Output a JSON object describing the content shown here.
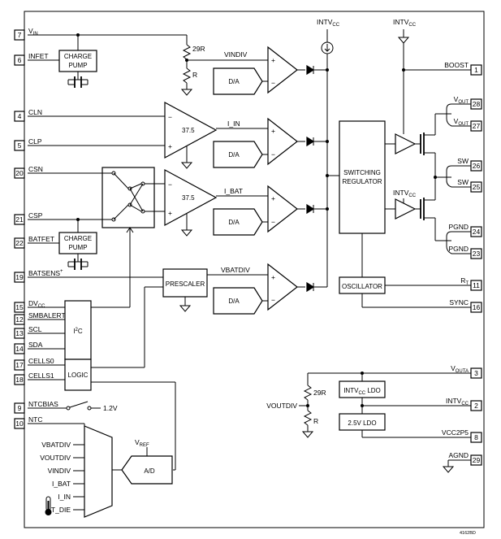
{
  "left_pins": [
    {
      "num": "7",
      "label": "V",
      "sub": "IN"
    },
    {
      "num": "6",
      "label": "INFET"
    },
    {
      "num": "4",
      "label": "CLN"
    },
    {
      "num": "5",
      "label": "CLP"
    },
    {
      "num": "20",
      "label": "CSN"
    },
    {
      "num": "21",
      "label": "CSP"
    },
    {
      "num": "22",
      "label": "BATFET"
    },
    {
      "num": "19",
      "label": "BATSENS",
      "sup": "+"
    },
    {
      "num": "15",
      "label": "DV",
      "sub": "CC"
    },
    {
      "num": "12",
      "label": "SMBALERT"
    },
    {
      "num": "13",
      "label": "SCL"
    },
    {
      "num": "14",
      "label": "SDA"
    },
    {
      "num": "17",
      "label": "CELLS0"
    },
    {
      "num": "18",
      "label": "CELLS1"
    },
    {
      "num": "9",
      "label": "NTCBIAS"
    },
    {
      "num": "10",
      "label": "NTC"
    }
  ],
  "right_pins": [
    {
      "num": "1",
      "label": "BOOST"
    },
    {
      "num": "28",
      "label": "V",
      "sub": "OUT"
    },
    {
      "num": "27",
      "label": "V",
      "sub": "OUT"
    },
    {
      "num": "26",
      "label": "SW"
    },
    {
      "num": "25",
      "label": "SW"
    },
    {
      "num": "24",
      "label": "PGND"
    },
    {
      "num": "23",
      "label": "PGND"
    },
    {
      "num": "11",
      "label": "R",
      "sub": "T"
    },
    {
      "num": "16",
      "label": "SYNC"
    },
    {
      "num": "3",
      "label": "V",
      "sub": "OUTA"
    },
    {
      "num": "2",
      "label": "INTV",
      "sub": "CC"
    },
    {
      "num": "8",
      "label": "VCC2P5"
    },
    {
      "num": "29",
      "label": "AGND"
    }
  ],
  "blocks": {
    "charge_pump": "CHARGE PUMP",
    "charge_pump_line1": "CHARGE",
    "charge_pump_line2": "PUMP",
    "switching_regulator_line1": "SWITCHING",
    "switching_regulator_line2": "REGULATOR",
    "oscillator": "OSCILLATOR",
    "prescaler": "PRESCALER",
    "i2c_main": "I",
    "i2c_sup": "2",
    "i2c_tail": "C",
    "logic": "LOGIC",
    "da": "D/A",
    "ad": "A/D",
    "intvcc_ldo_main": "INTV",
    "intvcc_ldo_sub": "CC",
    "intvcc_ldo_tail": " LDO",
    "ldo_25": "2.5V LDO",
    "amp_gain": "37.5"
  },
  "signals": {
    "vindiv": "VINDIV",
    "i_in": "I_IN",
    "i_bat": "I_BAT",
    "vbatdiv": "VBATDIV",
    "voutdiv": "VOUTDIV",
    "r29_top": "29R",
    "r_top": "R",
    "r29_bot": "29R",
    "r_bot": "R",
    "v_ref_main": "V",
    "v_ref_sub": "REF",
    "ntcbias_voltage": "1.2V",
    "intvcc_top1_main": "INTV",
    "intvcc_top1_sub": "CC",
    "intvcc_top2_main": "INTV",
    "intvcc_top2_sub": "CC",
    "intvcc_mid_main": "INTV",
    "intvcc_mid_sub": "CC"
  },
  "mux_inputs": [
    "VBATDIV",
    "VOUTDIV",
    "VINDIV",
    "I_BAT",
    "I_IN",
    "T_DIE"
  ],
  "figure_id": "4162BD"
}
